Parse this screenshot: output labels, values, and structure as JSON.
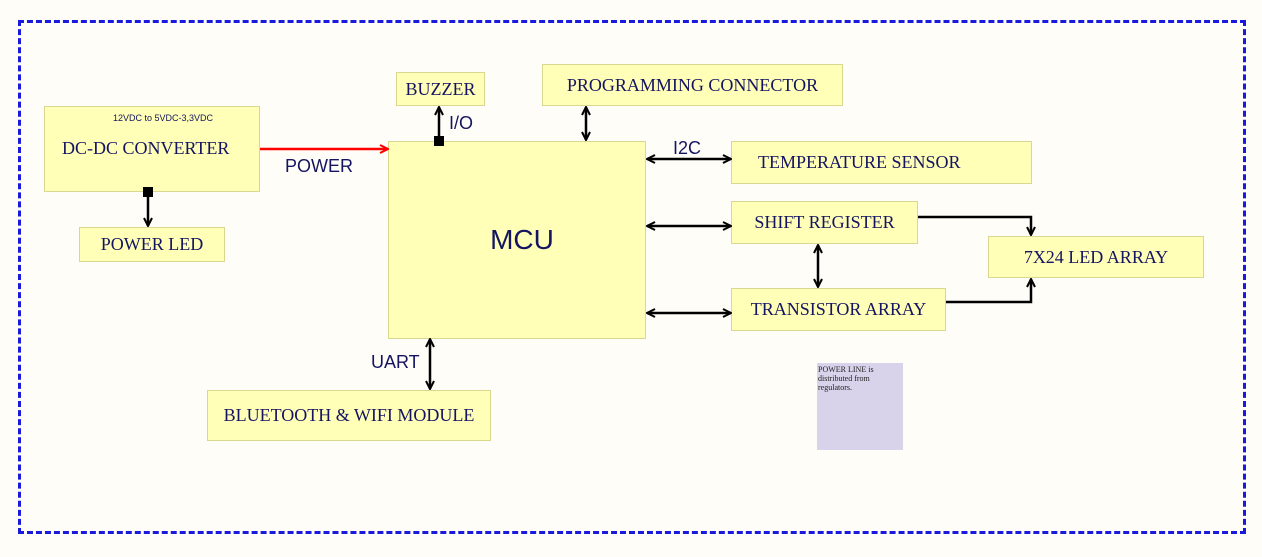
{
  "blocks": {
    "dcdc_title": "DC-DC CONVERTER",
    "dcdc_sub": "12VDC to 5VDC-3,3VDC",
    "power_led": "POWER LED",
    "buzzer": "BUZZER",
    "prog": "PROGRAMMING CONNECTOR",
    "temp": "TEMPERATURE SENSOR",
    "shift": "SHIFT REGISTER",
    "transistor": "TRANSISTOR ARRAY",
    "led_array": "7X24 LED ARRAY",
    "mcu": "MCU",
    "bt": "BLUETOOTH & WIFI MODULE"
  },
  "labels": {
    "power": "POWER",
    "io": "I/O",
    "i2c": "I2C",
    "uart": "UART"
  },
  "note": "POWER LINE is distributed from regulators.",
  "colors": {
    "frame": "#1a1adf",
    "block_fill": "#ffffb8",
    "power_line": "#ff0000",
    "note_fill": "#d8d3ea"
  }
}
